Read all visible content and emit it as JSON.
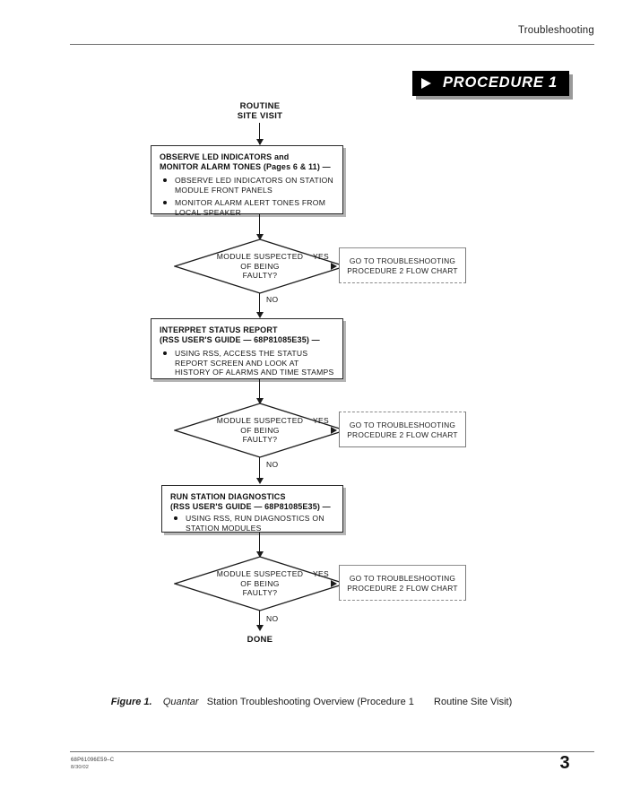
{
  "header": {
    "title": "Troubleshooting"
  },
  "badge": {
    "label": "PROCEDURE 1",
    "arrow_icon": "play-triangle-icon"
  },
  "flow": {
    "start_label_line1": "ROUTINE",
    "start_label_line2": "SITE VISIT",
    "end_label": "DONE",
    "yes_label": "YES",
    "no_label": "NO",
    "steps": [
      {
        "heading_line1": "OBSERVE LED INDICATORS and",
        "heading_line2": "MONITOR ALARM TONES (Pages 6 & 11) —",
        "bullets": [
          "OBSERVE  LED  INDICATORS  ON  STATION MODULE FRONT PANELS",
          "MONITOR ALARM ALERT TONES FROM LOCAL SPEAKER"
        ]
      },
      {
        "heading_line1": "INTERPRET STATUS REPORT",
        "heading_line2": "(RSS USER'S GUIDE — 68P81085E35) —",
        "bullets": [
          "USING RSS, ACCESS THE STATUS  REPORT SCREEN AND LOOK AT HISTORY OF ALARMS AND TIME STAMPS"
        ]
      },
      {
        "heading_line1": "RUN STATION DIAGNOSTICS",
        "heading_line2": "(RSS USER'S GUIDE — 68P81085E35) —",
        "bullets": [
          "USING RSS, RUN DIAGNOSTICS ON STATION MODULES"
        ]
      }
    ],
    "decisions": [
      {
        "line1": "MODULE SUSPECTED",
        "line2": "OF BEING",
        "line3": "FAULTY?"
      },
      {
        "line1": "MODULE SUSPECTED",
        "line2": "OF BEING",
        "line3": "FAULTY?"
      },
      {
        "line1": "MODULE SUSPECTED",
        "line2": "OF BEING",
        "line3": "FAULTY?"
      }
    ],
    "gotos": [
      {
        "line1": "GO TO TROUBLESHOOTING",
        "line2": "PROCEDURE 2 FLOW CHART"
      },
      {
        "line1": "GO TO TROUBLESHOOTING",
        "line2": "PROCEDURE 2 FLOW CHART"
      },
      {
        "line1": "GO TO TROUBLESHOOTING",
        "line2": "PROCEDURE 2 FLOW CHART"
      }
    ]
  },
  "caption": {
    "figure_number": "Figure 1.",
    "product_name": "Quantar",
    "text_part1": "Station Troubleshooting Overview (Procedure 1",
    "text_part2": "Routine Site Visit)"
  },
  "footer": {
    "part_number": "68P61096E59–C",
    "date": "8/30/02",
    "page_number": "3"
  }
}
